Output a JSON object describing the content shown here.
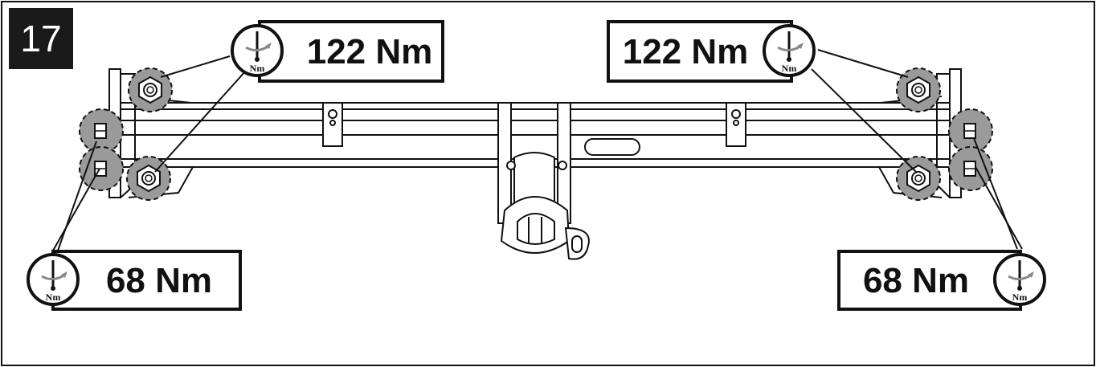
{
  "step": {
    "number": "17"
  },
  "callouts": {
    "top_left": {
      "value": "122 Nm",
      "unit_icon": "torque-wrench-icon",
      "icon_label": "Nm"
    },
    "top_right": {
      "value": "122 Nm",
      "unit_icon": "torque-wrench-icon",
      "icon_label": "Nm"
    },
    "bottom_left": {
      "value": "68 Nm",
      "unit_icon": "torque-wrench-icon",
      "icon_label": "Nm"
    },
    "bottom_right": {
      "value": "68 Nm",
      "unit_icon": "torque-wrench-icon",
      "icon_label": "Nm"
    }
  },
  "colors": {
    "frame": "#111111",
    "step_badge": "#1a1a1a",
    "highlight": "#9a9a9a",
    "line": "#111111",
    "background": "#ffffff"
  }
}
